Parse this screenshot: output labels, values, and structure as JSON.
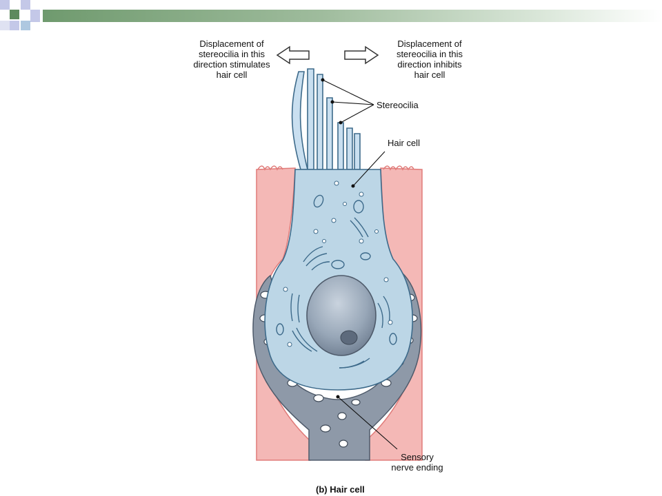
{
  "labels": {
    "left_direction": [
      "Displacement of",
      "stereocilia in this",
      "direction stimulates",
      "hair cell"
    ],
    "right_direction": [
      "Displacement of",
      "stereocilia in this",
      "direction inhibits",
      "hair cell"
    ],
    "stereocilia": "Stereocilia",
    "hair_cell": "Hair cell",
    "sensory_nerve": [
      "Sensory",
      "nerve ending"
    ]
  },
  "caption": "(b) Hair cell",
  "colors": {
    "cell": "#bcd6e6",
    "cell_outline": "#3d6a8a",
    "tissue": "#f4b8b6",
    "nerve": "#8e99a8",
    "nucleus": "#8a9aac",
    "accent_band": "#6f9a6e",
    "square_blue": "#c4c8e8"
  }
}
